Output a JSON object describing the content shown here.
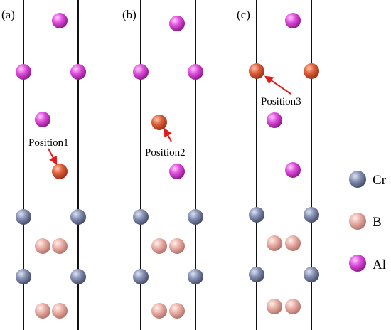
{
  "colors": {
    "Cr": "#7b85a8",
    "B": "#e7aaa1",
    "Al": "#e24ee0",
    "substitute": "#e0613c",
    "arrow": "#e21a1a",
    "chain": "#111111"
  },
  "panels": [
    {
      "label": "(a)",
      "position_label": "Position1"
    },
    {
      "label": "(b)",
      "position_label": "Position2"
    },
    {
      "label": "(c)",
      "position_label": "Position3"
    }
  ],
  "legend": [
    {
      "element": "Cr",
      "label": "Cr"
    },
    {
      "element": "B",
      "label": "B"
    },
    {
      "element": "Al",
      "label": "Al"
    }
  ]
}
